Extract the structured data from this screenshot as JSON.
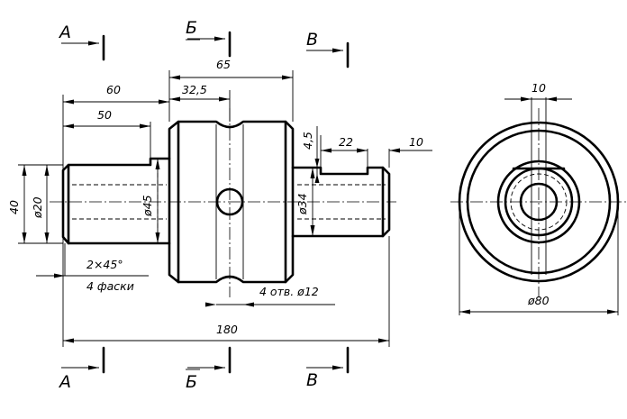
{
  "section_labels": {
    "a": "А",
    "b": "Б",
    "v": "В"
  },
  "dimensions": {
    "total_length": "180",
    "length_60": "60",
    "length_50": "50",
    "length_65": "65",
    "length_32_5": "32,5",
    "step_4_5": "4,5",
    "keyway_22": "22",
    "keyway_10": "10",
    "dia_40": "40",
    "dia_20": "ø20",
    "dia_45": "ø45",
    "dia_34": "ø34",
    "dia_80": "ø80",
    "width_10": "10",
    "chamfer": "2×45°",
    "chamfer_count": "4 фаски",
    "holes": "4 отв. ø12"
  }
}
